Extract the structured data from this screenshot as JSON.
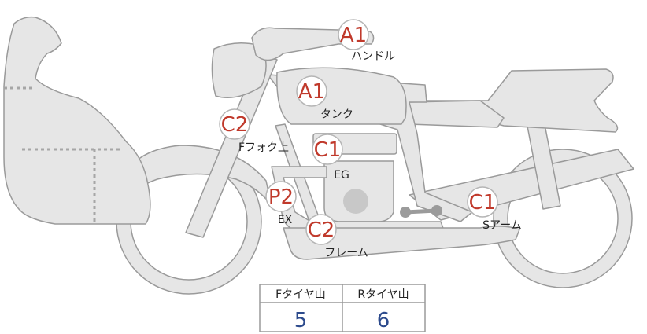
{
  "colors": {
    "body_fill": "#e6e6e6",
    "body_stroke": "#9a9a9a",
    "grade_text": "#c0392b",
    "value_text": "#2c4a8c",
    "bolt": "#9b9b9b"
  },
  "markers": [
    {
      "id": "handle",
      "grade": "A1",
      "label": "ハンドル"
    },
    {
      "id": "tank",
      "grade": "A1",
      "label": "タンク"
    },
    {
      "id": "ffork",
      "grade": "C2",
      "label": "Fフォク上"
    },
    {
      "id": "eg",
      "grade": "C1",
      "label": "EG"
    },
    {
      "id": "ex",
      "grade": "P2",
      "label": "EX"
    },
    {
      "id": "frame",
      "grade": "C2",
      "label": "フレーム"
    },
    {
      "id": "sarm",
      "grade": "C1",
      "label": "Sアーム"
    }
  ],
  "tire_table": {
    "headers": [
      "Fタイヤ山",
      "Rタイヤ山"
    ],
    "values": [
      "5",
      "6"
    ]
  }
}
